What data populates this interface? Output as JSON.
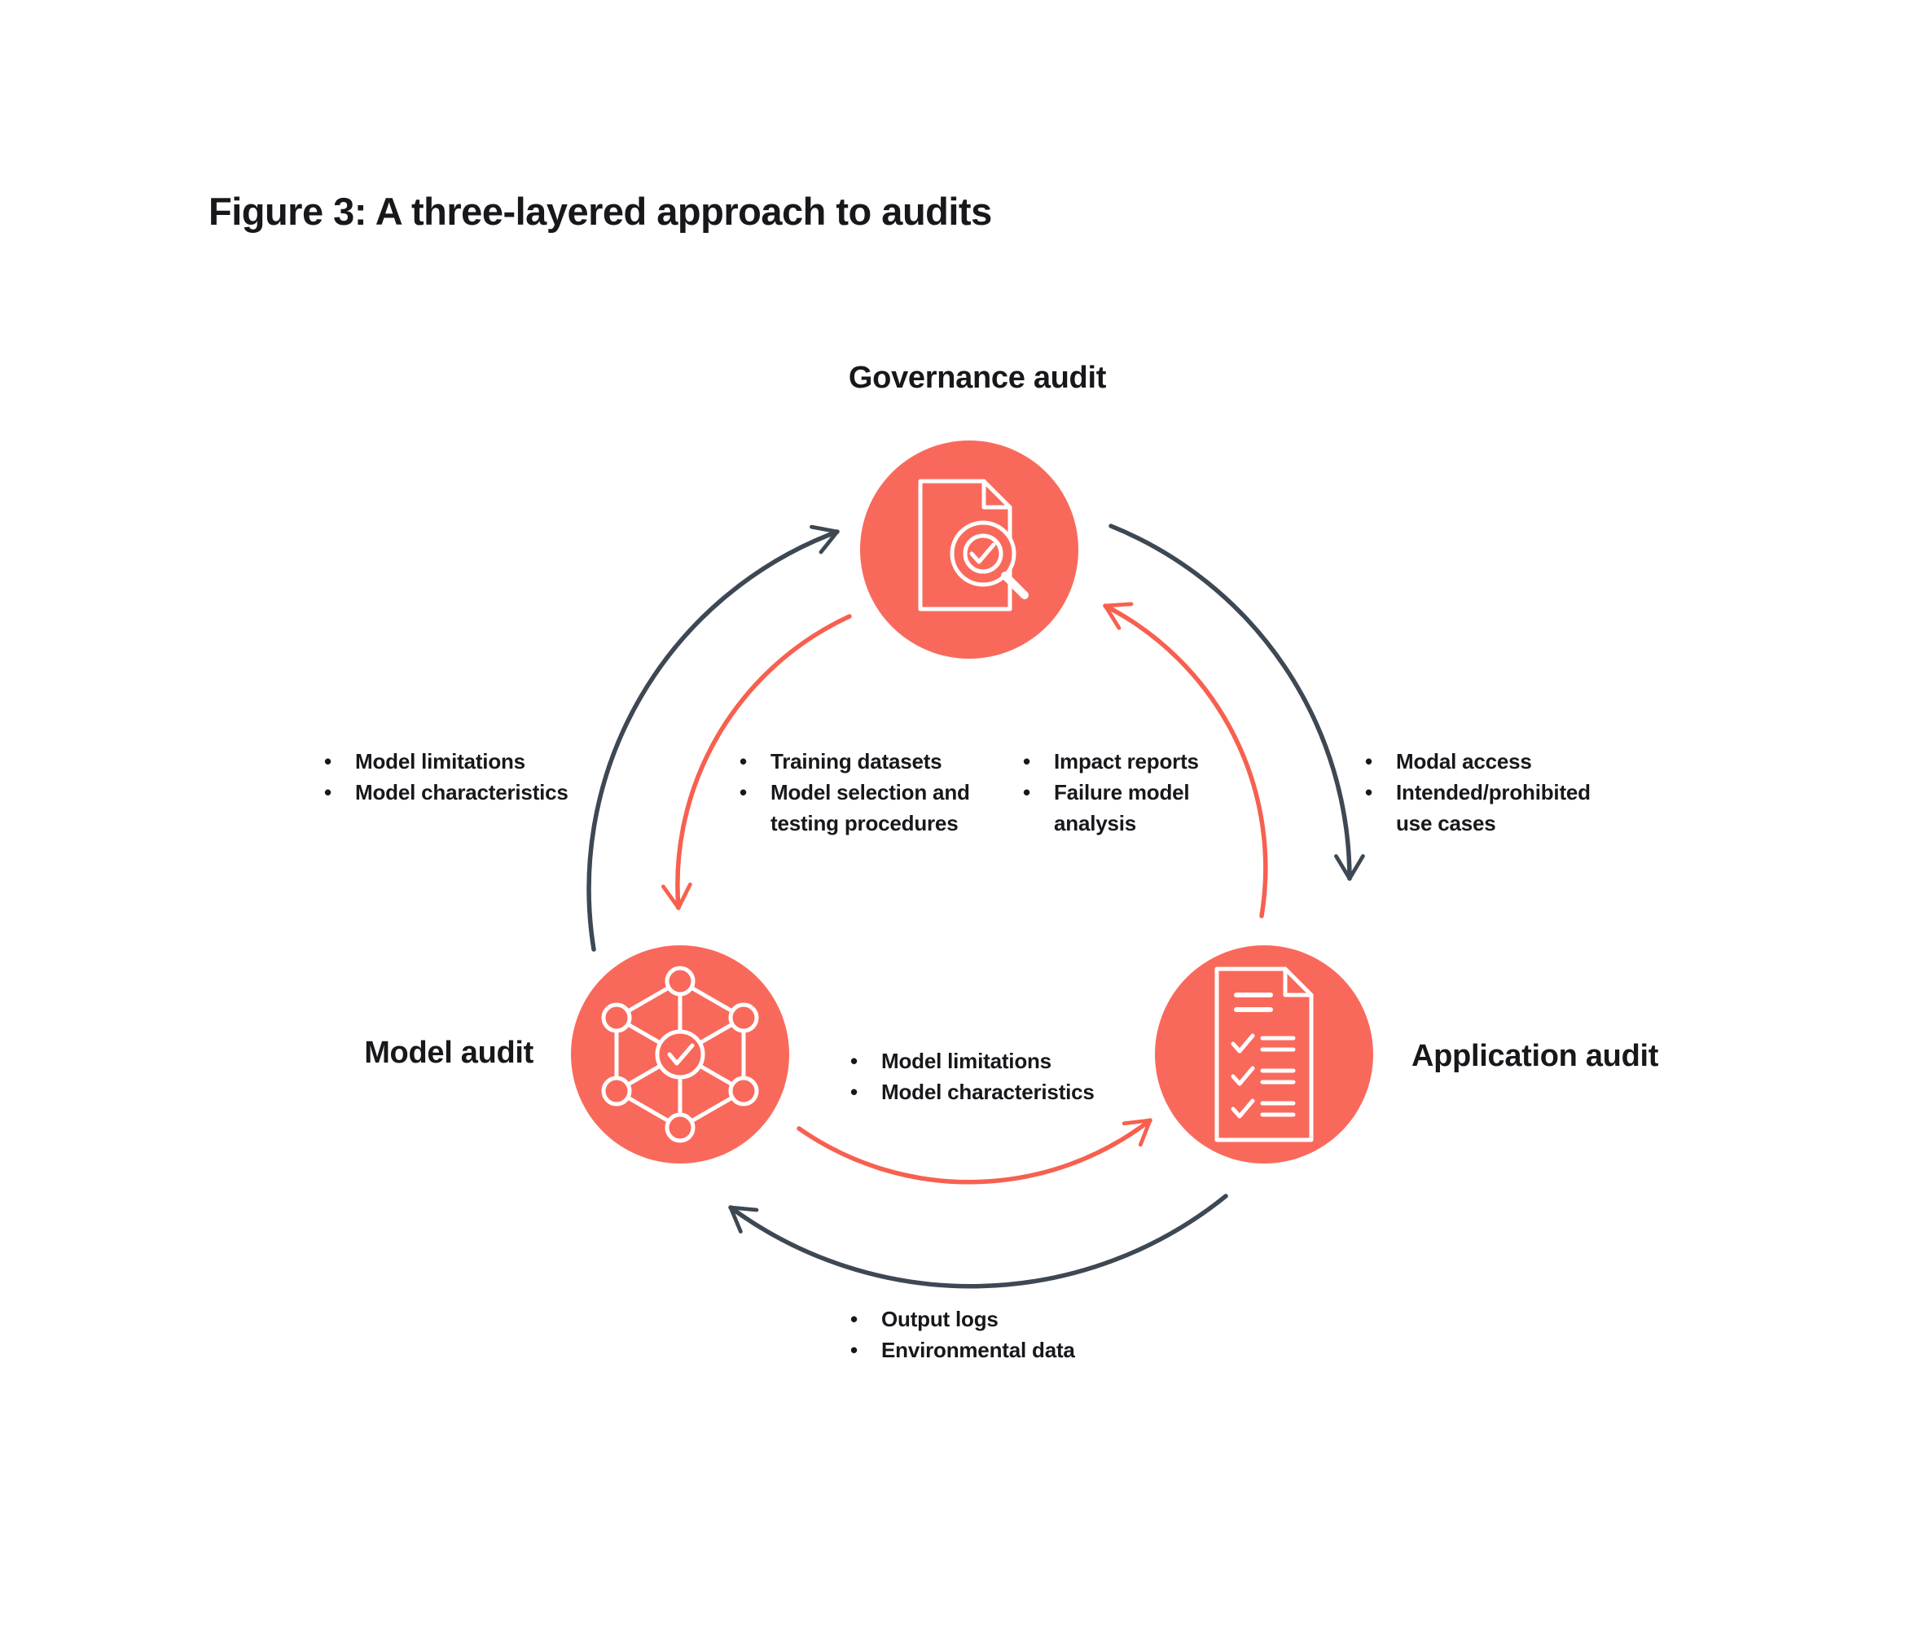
{
  "title": "Figure 3: A three-layered approach to audits",
  "colors": {
    "node_fill": "#F9695B",
    "red_arrow": "#F7604F",
    "dark_arrow": "#3D4853",
    "text": "#17181B",
    "background": "#FFFFFF"
  },
  "nodes": {
    "governance": {
      "label": "Governance audit",
      "icon": "document-magnifier-check-icon"
    },
    "model": {
      "label": "Model audit",
      "icon": "network-nodes-check-icon"
    },
    "application": {
      "label": "Application audit",
      "icon": "checklist-document-icon"
    }
  },
  "arrows": {
    "dark_cycle": [
      "model-to-governance",
      "governance-to-application",
      "application-to-model"
    ],
    "red_cycle": [
      "governance-to-model",
      "model-to-application",
      "application-to-governance"
    ]
  },
  "bullet_groups": {
    "model_outputs_left": {
      "lines": [
        {
          "t": "Model limitations"
        },
        {
          "t": "Model characteristics"
        }
      ]
    },
    "training": {
      "lines": [
        {
          "t": "Training datasets"
        },
        {
          "t": "Model selection and"
        },
        {
          "t": "testing procedures"
        }
      ]
    },
    "impact": {
      "lines": [
        {
          "t": "Impact reports"
        },
        {
          "t": "Failure model"
        },
        {
          "t": "analysis"
        }
      ]
    },
    "access": {
      "lines": [
        {
          "t": "Modal access"
        },
        {
          "t": "Intended/prohibited"
        },
        {
          "t": "use cases"
        }
      ]
    },
    "model_outputs_center": {
      "lines": [
        {
          "t": "Model limitations"
        },
        {
          "t": "Model characteristics"
        }
      ]
    },
    "logs": {
      "lines": [
        {
          "t": "Output logs"
        },
        {
          "t": "Environmental data"
        }
      ]
    }
  }
}
